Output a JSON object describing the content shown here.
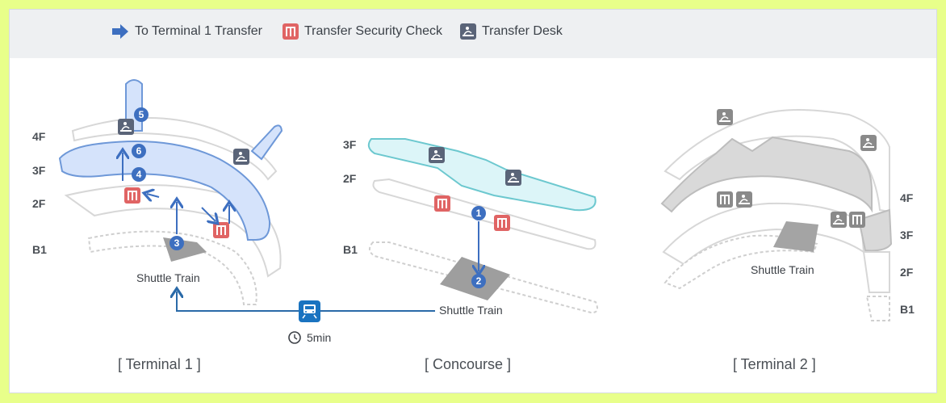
{
  "legend": {
    "transfer_t1": "To Terminal 1 Transfer",
    "security": "Transfer Security Check",
    "desk": "Transfer Desk"
  },
  "colors": {
    "arrow_blue": "#3d6fc0",
    "security_red": "#e06464",
    "desk_slate": "#5a6478",
    "desk_gray": "#8a8a8a",
    "route": "#2a6aa8",
    "t1_highlight": "#d5e3fb",
    "concourse_highlight": "#dcf5f8"
  },
  "terminal1": {
    "floors": [
      "4F",
      "3F",
      "2F",
      "B1"
    ],
    "shuttle": "Shuttle Train",
    "caption": "[ Terminal 1 ]",
    "steps": [
      "3",
      "4",
      "5",
      "6"
    ]
  },
  "concourse": {
    "floors": [
      "3F",
      "2F",
      "B1"
    ],
    "shuttle": "Shuttle Train",
    "caption": "[ Concourse ]",
    "steps": [
      "1",
      "2"
    ]
  },
  "terminal2": {
    "floors": [
      "4F",
      "3F",
      "2F",
      "B1"
    ],
    "shuttle": "Shuttle Train",
    "caption": "[ Terminal 2 ]"
  },
  "route": {
    "time": "5min",
    "icons": [
      "train-icon",
      "clock-icon"
    ]
  }
}
